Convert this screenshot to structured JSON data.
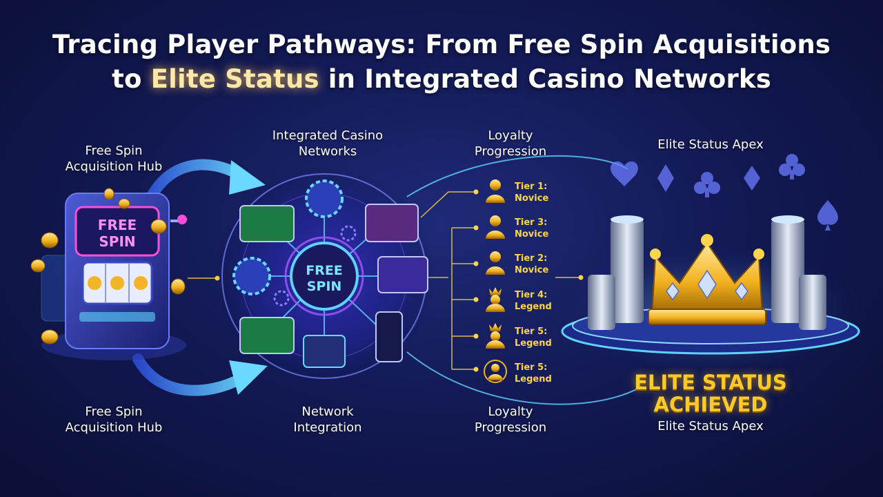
{
  "title": {
    "line1": "Tracing Player Pathways: From Free Spin Acquisitions",
    "line2_prefix": "to ",
    "line2_highlight": "Elite Status",
    "line2_suffix": " in Integrated Casino Networks"
  },
  "sections": {
    "hub_top": [
      "Free Spin",
      "Acquisition Hub"
    ],
    "hub_bottom": [
      "Free Spin",
      "Acquisition Hub"
    ],
    "network_top": [
      "Integrated Casino",
      "Networks"
    ],
    "network_bottom": [
      "Network",
      "Integration"
    ],
    "loyalty_top": [
      "Loyalty",
      "Progression"
    ],
    "loyalty_bottom": [
      "Loyalty",
      "Progression"
    ],
    "elite_top": "Elite Status Apex",
    "elite_bottom": "Elite Status Apex"
  },
  "slot_machine": {
    "sign": [
      "FREE",
      "SPIN"
    ]
  },
  "network_hub": {
    "center": [
      "FREE",
      "SPIN"
    ]
  },
  "tiers": [
    {
      "line1": "Tier 1:",
      "line2": "Novice",
      "icon": "person-icon"
    },
    {
      "line1": "Tier 3:",
      "line2": "Novice",
      "icon": "person-icon"
    },
    {
      "line1": "Tier 2:",
      "line2": "Novice",
      "icon": "person-icon"
    },
    {
      "line1": "Tier 4:",
      "line2": "Legend",
      "icon": "crowned-person-icon"
    },
    {
      "line1": "Tier 5:",
      "line2": "Legend",
      "icon": "crowned-person-icon"
    },
    {
      "line1": "Tier 5:",
      "line2": "Legend",
      "icon": "crowned-person-icon"
    }
  ],
  "elite_badge": [
    "ELITE STATUS",
    "ACHIEVED"
  ],
  "colors": {
    "background": "#131a55",
    "accent_cyan": "#5fd3ff",
    "gold": "#ffc928",
    "purple": "#a35cff"
  }
}
